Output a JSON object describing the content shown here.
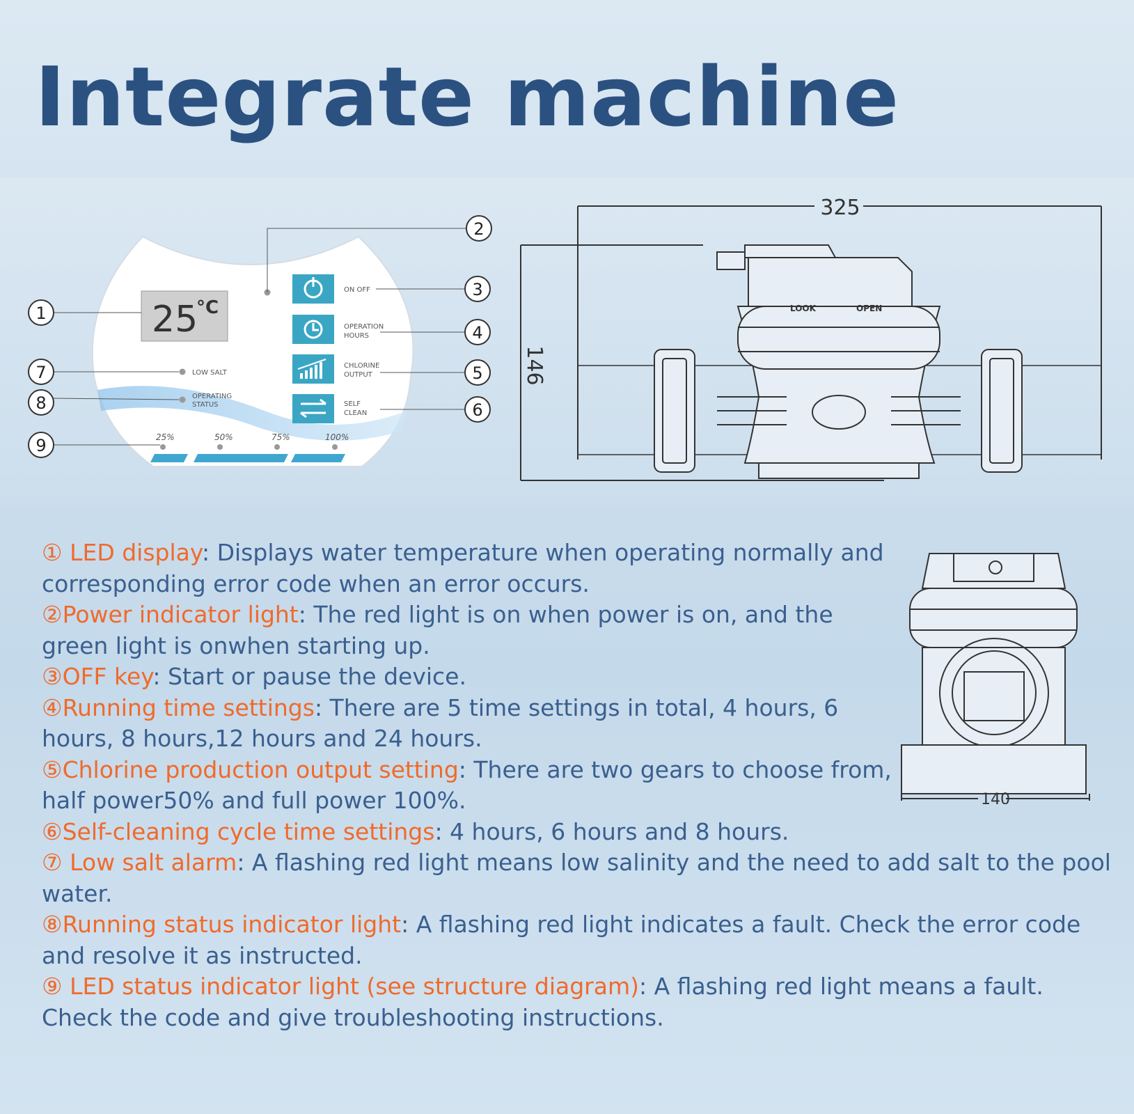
{
  "title": "Integrate machine",
  "panel": {
    "display_value": "25",
    "display_unit": "°C",
    "buttons": [
      {
        "label1": "ON OFF",
        "label2": ""
      },
      {
        "label1": "OPERATION",
        "label2": "HOURS"
      },
      {
        "label1": "CHLORINE",
        "label2": "OUTPUT"
      },
      {
        "label1": "SELF",
        "label2": "CLEAN"
      }
    ],
    "low_salt": "LOW SALT",
    "operating1": "OPERATING",
    "operating2": "STATUS",
    "levels": [
      "25%",
      "50%",
      "75%",
      "100%"
    ]
  },
  "callouts": [
    "1",
    "2",
    "3",
    "4",
    "5",
    "6",
    "7",
    "8",
    "9"
  ],
  "drawing": {
    "width_dim": "325",
    "height_dim": "146",
    "side_dim": "140",
    "lock": "LOOK",
    "open": "OPEN"
  },
  "items": [
    {
      "num": "①",
      "name": " LED display",
      "text": ": Displays water temperature when operating normally and corresponding error code when an error occurs."
    },
    {
      "num": "②",
      "name": "Power indicator light",
      "text": ": The red light is on when power is on, and the green light is onwhen starting up."
    },
    {
      "num": "③",
      "name": "OFF key",
      "text": ": Start or pause the device."
    },
    {
      "num": "④",
      "name": "Running time settings",
      "text": ": There are 5 time settings in total, 4 hours, 6 hours, 8 hours,12 hours and 24 hours."
    },
    {
      "num": "⑤",
      "name": "Chlorine production output setting",
      "text": ": There are two gears to choose from, half power50% and full power 100%."
    },
    {
      "num": "⑥",
      "name": "Self-cleaning cycle time settings",
      "text": ": 4 hours, 6 hours and 8 hours."
    },
    {
      "num": "⑦",
      "name": " Low salt alarm",
      "text": ": A flashing red light means low salinity and the need to add salt to the pool water."
    },
    {
      "num": "⑧",
      "name": "Running status indicator light",
      "text": ": A flashing red light indicates a fault. Check the error code and resolve it as instructed."
    },
    {
      "num": "⑨",
      "name": " LED status indicator light (see structure diagram)",
      "text": ": A flashing red light means a fault. Check the code and give troubleshooting instructions."
    }
  ]
}
